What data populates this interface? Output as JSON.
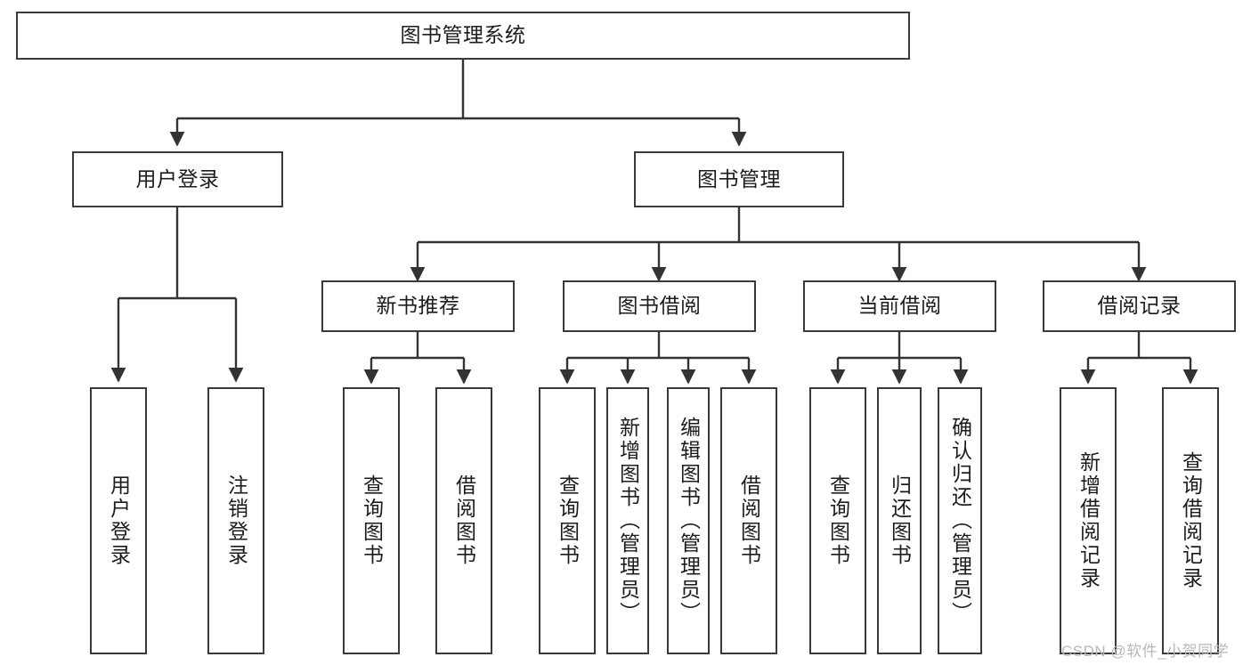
{
  "diagram": {
    "title": "图书管理系统",
    "type": "hierarchy-tree",
    "colors": {
      "border": "#3a3a3a",
      "background": "#ffffff",
      "text": "#1c1c1c",
      "edge": "#333333",
      "watermark": "#b8b8b8"
    },
    "nodes": {
      "root": {
        "label": "图书管理系统"
      },
      "level2": [
        {
          "label": "用户登录"
        },
        {
          "label": "图书管理"
        }
      ],
      "level3": [
        {
          "label": "新书推荐"
        },
        {
          "label": "图书借阅"
        },
        {
          "label": "当前借阅"
        },
        {
          "label": "借阅记录"
        }
      ],
      "leaves": {
        "user_login": [
          {
            "label": "用户登录"
          },
          {
            "label": "注销登录"
          }
        ],
        "new_book_recommend": [
          {
            "label": "查询图书"
          },
          {
            "label": "借阅图书"
          }
        ],
        "book_borrow": [
          {
            "label": "查询图书"
          },
          {
            "label": "新增图书（管理员）"
          },
          {
            "label": "编辑图书（管理员）"
          },
          {
            "label": "借阅图书"
          }
        ],
        "current_borrow": [
          {
            "label": "查询图书"
          },
          {
            "label": "归还图书"
          },
          {
            "label": "确认归还（管理员）"
          }
        ],
        "borrow_record": [
          {
            "label": "新增借阅记录"
          },
          {
            "label": "查询借阅记录"
          }
        ]
      }
    },
    "watermark": "CSDN @软件_小贺同学"
  }
}
